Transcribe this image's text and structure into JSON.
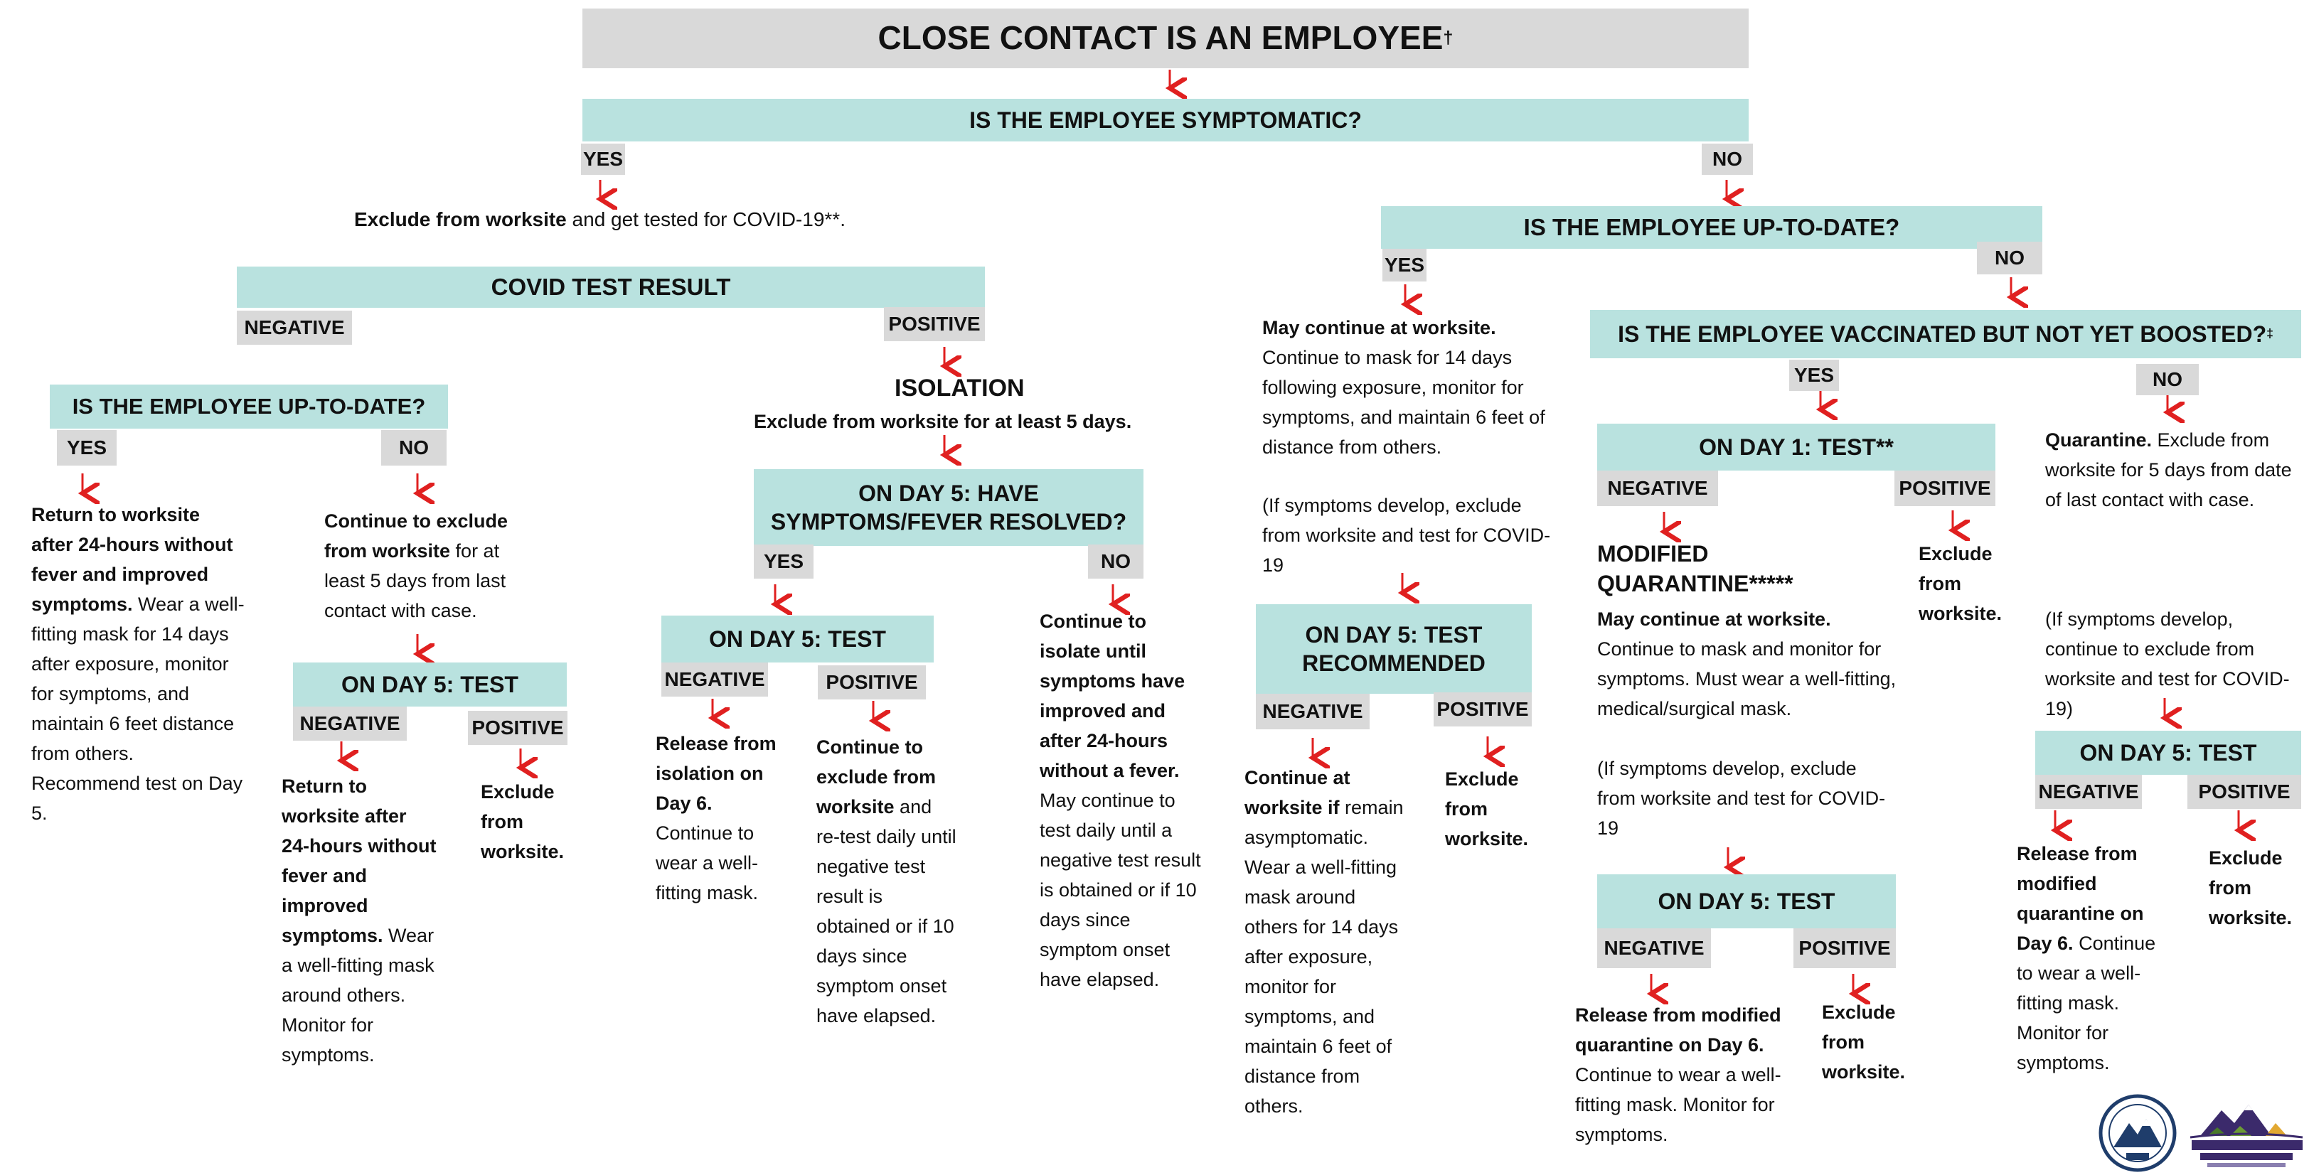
{
  "title": "CLOSE CONTACT IS AN EMPLOYEE",
  "title_mark": "†",
  "q_symptomatic": "IS THE EMPLOYEE SYMPTOMATIC?",
  "yes": "YES",
  "no": "NO",
  "negative": "NEGATIVE",
  "positive": "POSITIVE",
  "sym": {
    "exclude_bold": "Exclude from worksite",
    "exclude_rest": " and get tested for COVID-19**.",
    "covid_test_result": "COVID TEST RESULT",
    "q_up_to_date": "IS THE EMPLOYEE UP-TO-DATE?",
    "neg_yes_bold": "Return to worksite after 24-hours without fever and improved symptoms.",
    "neg_yes_rest": " Wear a well-fitting mask for 14 days after exposure, monitor for symptoms, and maintain 6 feet distance from others. Recommend test on Day 5.",
    "neg_no_bold": "Continue to exclude from worksite",
    "neg_no_rest": " for at least 5 days from last contact with case.",
    "day5_test": "ON DAY 5: TEST",
    "d5_neg_bold": "Return to worksite after 24-hours without fever and improved symptoms.",
    "d5_neg_rest": " Wear a well-fitting mask around others. Monitor for symptoms.",
    "d5_pos_bold": "Exclude from worksite.",
    "isolation": "ISOLATION",
    "isolation_sub": "Exclude from worksite for at least 5 days.",
    "day5_resolved": "ON DAY 5: HAVE SYMPTOMS/FEVER RESOLVED?",
    "day5_test_b": "ON DAY 5: TEST",
    "res_neg_bold": "Release from isolation on Day 6.",
    "res_neg_rest": " Continue to wear a well-fitting mask.",
    "res_pos_bold": "Continue to exclude from worksite",
    "res_pos_rest": " and re-test daily until  negative test result is obtained or if 10 days since symptom onset have elapsed.",
    "res_no_bold": "Continue to isolate until symptoms have improved and after 24-hours without a fever.",
    "res_no_rest": " May continue to test daily until a negative test result is obtained or if 10 days since symptom onset have elapsed."
  },
  "nosym": {
    "q_up_to_date": "IS THE EMPLOYEE UP-TO-DATE?",
    "utd_yes_bold": "May continue at worksite.",
    "utd_yes_rest": " Continue to mask for 14 days following exposure, monitor for symptoms, and maintain 6 feet of distance from others.",
    "utd_yes_paren": "(If symptoms develop, exclude from worksite and test for COVID-19",
    "day5_recommended": "ON DAY 5: TEST RECOMMENDED",
    "rec_neg_bold": "Continue at  worksite if",
    "rec_neg_rest": " remain asymptomatic. Wear a well-fitting mask around others for 14 days after exposure,  monitor for symptoms, and maintain 6 feet of distance from others.",
    "rec_pos_bold": "Exclude from worksite.",
    "q_vaccinated": "IS THE EMPLOYEE VACCINATED BUT NOT YET BOOSTED?",
    "q_vaccinated_mark": "‡",
    "day1_test": "ON DAY 1: TEST**",
    "mq_title": "MODIFIED QUARANTINE*****",
    "mq_bold": "May continue at worksite.",
    "mq_rest": " Continue to mask and monitor for symptoms. Must wear a well-fitting, medical/surgical  mask.",
    "mq_paren": "(If symptoms develop, exclude from worksite and test for COVID-19",
    "d1_pos_bold": "Exclude from worksite.",
    "day5_test": "ON DAY 5: TEST",
    "mq5_neg_bold": "Release from modified quarantine on Day 6.",
    "mq5_neg_rest": " Continue to wear a well-fitting mask. Monitor for symptoms.",
    "mq5_pos_bold": "Exclude from worksite.",
    "quar_bold": "Quarantine.",
    "quar_rest": " Exclude from worksite for 5 days from date of last contact with case.",
    "quar_paren": "(If symptoms develop, continue to exclude from worksite and test for COVID-19)",
    "day5_test_q": "ON DAY 5: TEST",
    "q5_neg_bold": "Release from modified quarantine on Day 6.",
    "q5_neg_rest": " Continue to wear a well-fitting mask. Monitor for symptoms.",
    "q5_pos_bold": "Exclude from worksite."
  },
  "colors": {
    "gray": "#d9d9d9",
    "teal": "#b9e2df",
    "arrow": "#e02020"
  },
  "icons": [
    "superintendent-seal-icon",
    "tuolumne-public-health-logo-icon"
  ]
}
